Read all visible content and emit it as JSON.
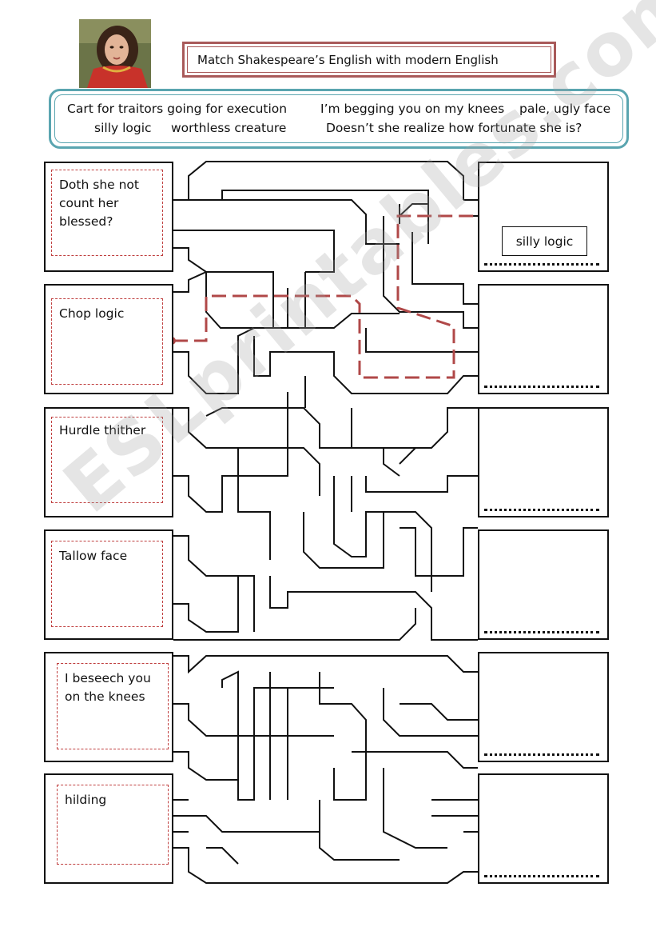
{
  "header": {
    "title": "Match Shakespeare’s English with modern English"
  },
  "word_bank": {
    "items": [
      "Cart for traitors going for execution",
      "I’m begging you on my knees",
      "pale, ugly face",
      "silly logic",
      "worthless creature",
      "Doesn’t she realize how fortunate she is?"
    ]
  },
  "phrases": [
    "Doth she not\ncount her\nblessed?",
    "Chop logic",
    "Hurdle thither",
    "Tallow face",
    "I beseech you\non the knees",
    "hilding"
  ],
  "example_answer": "silly logic",
  "watermark": "ESLprintables.com",
  "colors": {
    "title_border": "#a95a5a",
    "word_bank_border": "#5aa5b0",
    "example_path": "#b04848"
  }
}
